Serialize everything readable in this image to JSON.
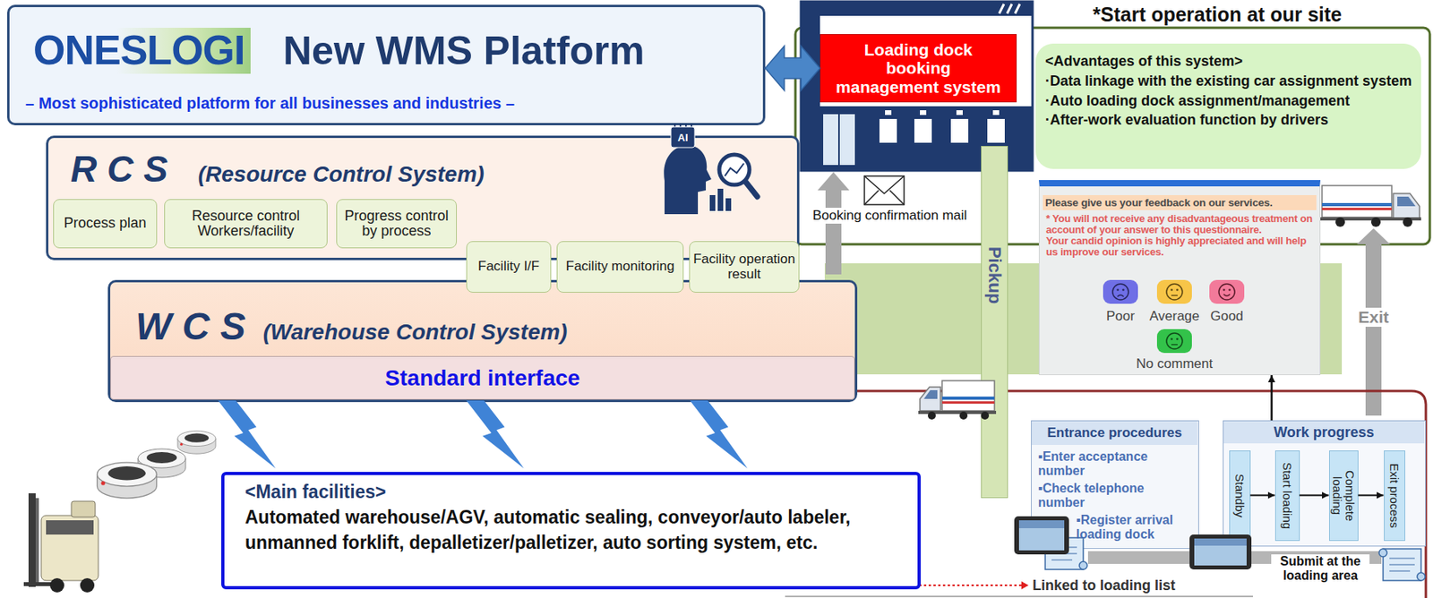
{
  "diagram": {
    "nodes": [
      {
        "text": [
          "ONESLOGI",
          "New WMS Platform",
          "– Most sophisticated platform for all businesses and industries –"
        ]
      },
      {
        "text": [
          "Loading dock booking management system"
        ]
      },
      {
        "text": [
          "R C S",
          "(Resource Control System)"
        ]
      },
      {
        "text": [
          "Process plan"
        ],
        "in": 2
      },
      {
        "text": [
          "Resource control Workers/facility"
        ],
        "in": 2
      },
      {
        "text": [
          "Progress control by process"
        ],
        "in": 2
      },
      {
        "text": [
          "Facility I/F"
        ]
      },
      {
        "text": [
          "Facility monitoring"
        ]
      },
      {
        "text": [
          "Facility operation result"
        ]
      },
      {
        "text": [
          "W C S",
          "(Warehouse Control System)"
        ]
      },
      {
        "text": [
          "Standard interface"
        ],
        "in": 9
      },
      {
        "text": [
          "<Main facilities>",
          "Automated warehouse/AGV, automatic sealing, conveyor/auto labeler, unmanned forklift, depalletizer/palletizer, auto sorting system, etc."
        ]
      },
      {
        "text": [
          "<Advantages of this system>",
          "·Data linkage with the existing car assignment system",
          "·Auto loading dock assignment/management",
          "·After-work evaluation function by drivers"
        ]
      },
      {
        "text": [
          "Pickup"
        ]
      },
      {
        "text": [
          "Please give us your feedback on our services.",
          "* You will not receive any disadvantageous treatment on account of your answer to this questionnaire.",
          "Your candid opinion is highly appreciated and will help us improve our services."
        ]
      },
      {
        "text": [
          "Entrance procedures",
          "▪Enter acceptance number",
          "▪Check telephone number",
          "▪Register arrival loading dock"
        ]
      },
      {
        "text": [
          "Work progress"
        ]
      },
      {
        "text": [
          "Standby"
        ],
        "in": 16
      },
      {
        "text": [
          "Start loading"
        ],
        "in": 16
      },
      {
        "text": [
          "Complete loading"
        ],
        "in": 16
      },
      {
        "text": [
          "Exit process"
        ],
        "in": 16
      }
    ],
    "edges": [
      {
        "from": 0,
        "to": 1,
        "arrow": "both"
      },
      {
        "from": 17,
        "to": 18,
        "arrow": "to"
      },
      {
        "from": 18,
        "to": 19,
        "arrow": "to"
      },
      {
        "from": 19,
        "to": 20,
        "arrow": "to"
      },
      {
        "from": 16,
        "to": 14,
        "arrow": "to"
      }
    ],
    "labels": [
      "AI",
      "*Start operation at our site",
      "Booking confirmation mail",
      "Poor",
      "Average",
      "Good",
      "No comment",
      "Exit",
      "Submit at the loading area",
      "Linked to loading list"
    ]
  }
}
